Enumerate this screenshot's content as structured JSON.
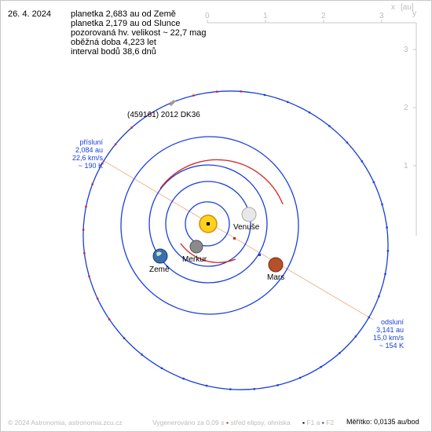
{
  "date": "26. 4. 2024",
  "info": {
    "line1": "planetka 2,683 au od Země",
    "line2": "planetka 2,179 au od Slunce",
    "line3": "pozorovaná hv. velikost ~ 22,7 mag",
    "line4": "oběžná doba 4,223 let",
    "line5": "interval bodů 38,6 dnů"
  },
  "axis": {
    "unit_label": "[au]",
    "x_letter": "x",
    "y_letter": "y",
    "x_ticks": [
      "0",
      "1",
      "2",
      "3"
    ],
    "y_ticks": [
      "1",
      "2",
      "3"
    ]
  },
  "object_name": "(459161) 2012 DK36",
  "perihelion": {
    "title": "přísluní",
    "distance": "2,084 au",
    "speed": "22,6 km/s",
    "temp": "~ 190 K"
  },
  "aphelion": {
    "title": "odsluní",
    "distance": "3,141 au",
    "speed": "15,0 km/s",
    "temp": "~ 154 K"
  },
  "planets": {
    "venus": "Venuše",
    "mercury": "Merkur",
    "earth": "Země",
    "mars": "Mars"
  },
  "footer": {
    "copyright": "© 2024 Astronomia, astronomia.zcu.cz",
    "generated": "Vygenerováno za 0,09 s",
    "legend_center": "střed elipsy, ohniska",
    "legend_f1": "F1 a",
    "legend_f2": "F2"
  },
  "scale": "Měřítko: 0,0135 au/bod",
  "colors": {
    "orbit_red": "#d42020",
    "orbit_blue": "#1a3fd9",
    "apsides_line": "#f4b48c",
    "sun": "#ffd21f",
    "grey_text": "#bbbbbb"
  }
}
